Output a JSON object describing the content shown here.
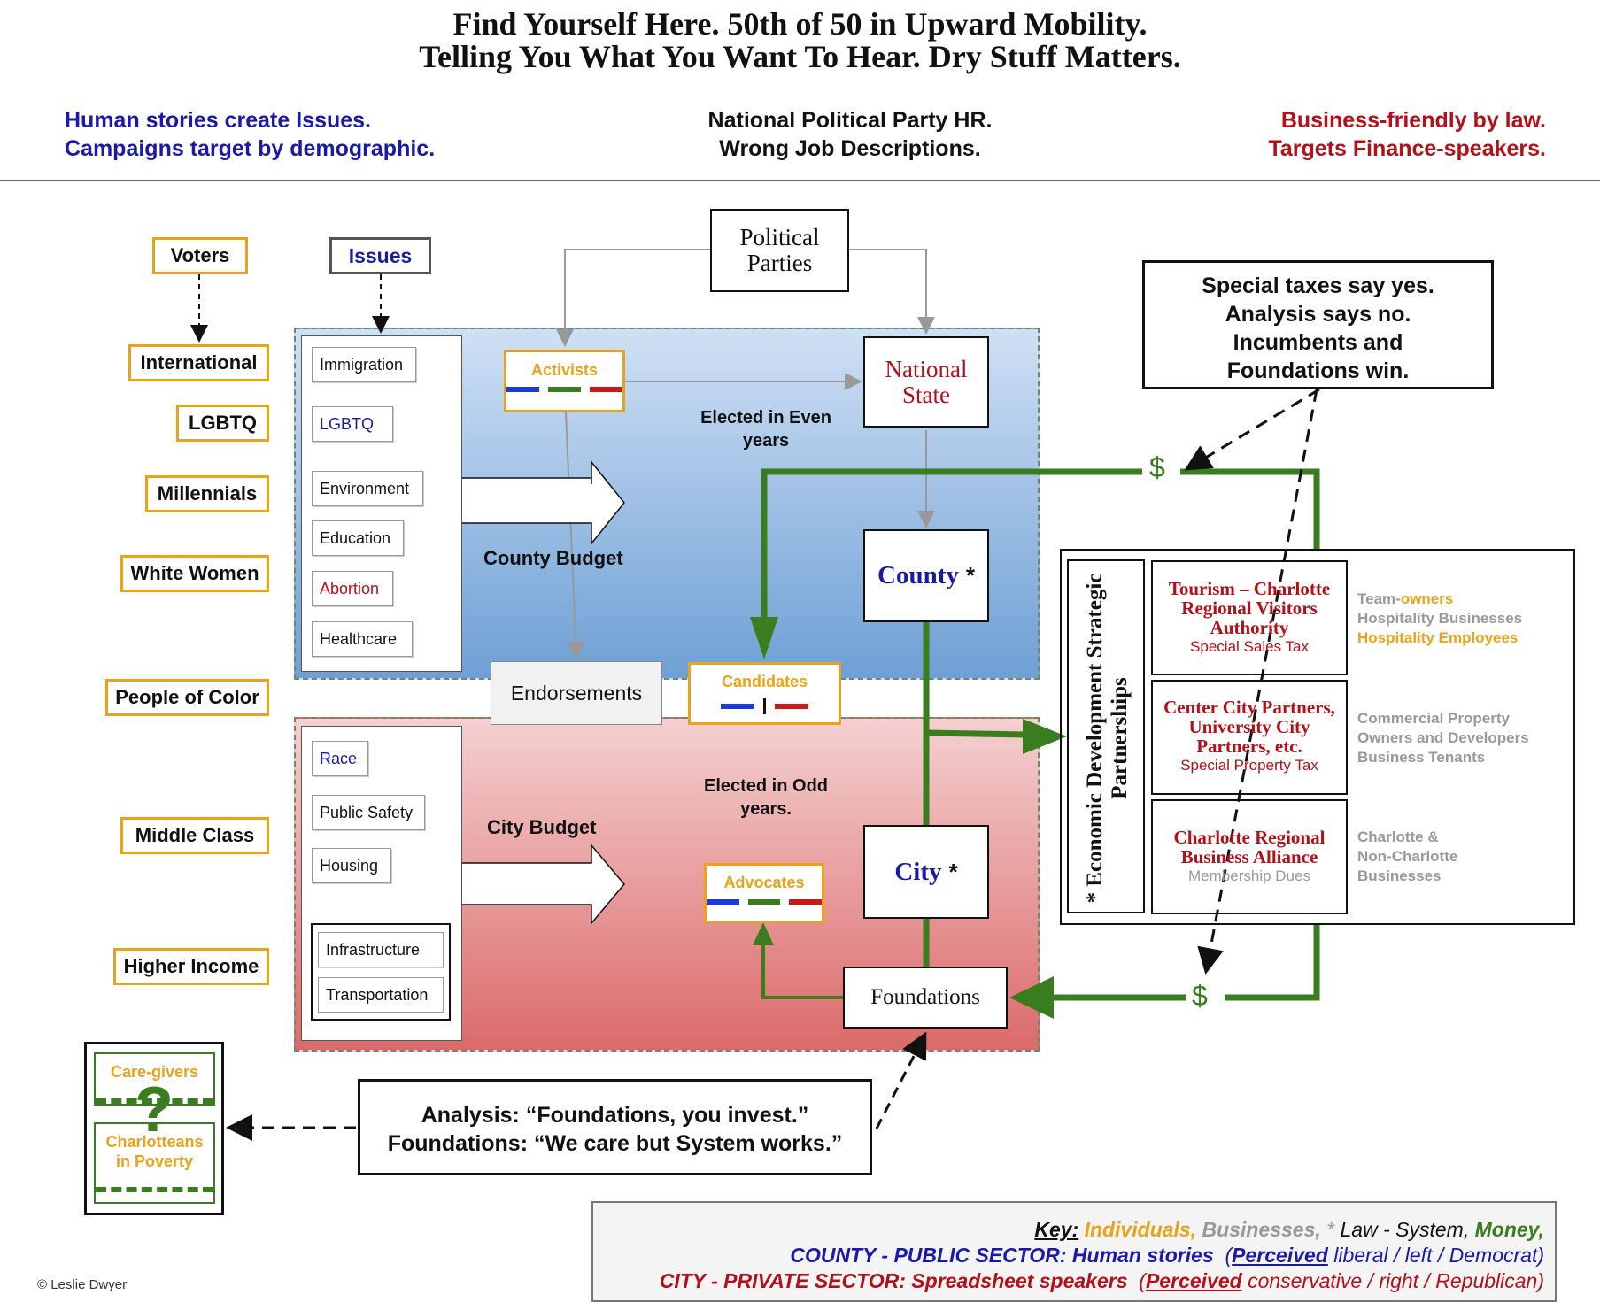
{
  "title": {
    "line1": "Find Yourself Here. 50th of 50 in Upward Mobility.",
    "line2": "Telling You What You Want To Hear. Dry Stuff Matters."
  },
  "header": {
    "left1": "Human stories create Issues.",
    "left2": "Campaigns target by demographic.",
    "center1": "National Political Party HR.",
    "center2": "Wrong Job Descriptions.",
    "right1": "Business-friendly by law.",
    "right2": "Targets Finance-speakers."
  },
  "voters": {
    "label": "Voters",
    "groups": [
      "International",
      "LGBTQ",
      "Millennials",
      "White Women",
      "People of Color",
      "Middle Class",
      "Higher Income"
    ]
  },
  "issues": {
    "label": "Issues",
    "county": [
      "Immigration",
      "LGBTQ",
      "Environment",
      "Education",
      "Abortion",
      "Healthcare"
    ],
    "city": [
      "Race",
      "Public Safety",
      "Housing"
    ],
    "city_group": [
      "Infrastructure",
      "Transportation"
    ]
  },
  "political_parties": "Political Parties",
  "national_state": "National State",
  "county": "County",
  "city": "City",
  "asterisk": "*",
  "foundations": "Foundations",
  "activists": "Activists",
  "candidates": "Candidates",
  "advocates": "Advocates",
  "endorsements": "Endorsements",
  "county_budget": "County Budget",
  "city_budget": "City Budget",
  "elected_even": "Elected in Even years",
  "elected_odd": "Elected in Odd years.",
  "dollar": "$",
  "special_taxes": [
    "Special taxes say yes.",
    "Analysis says no.",
    "Incumbents and",
    "Foundations win."
  ],
  "econ_dev": {
    "vertical": "* Economic Development Strategic Partnerships",
    "rows": [
      {
        "name": "Tourism – Charlotte Regional Visitors Authority",
        "funding": "Special Sales Tax"
      },
      {
        "name": "Center City Partners, University City Partners, etc.",
        "funding": "Special Property Tax"
      },
      {
        "name": "Charlotte Regional Business Alliance",
        "funding": "Membership Dues"
      }
    ]
  },
  "beneficiaries": {
    "row1_a": "Team-",
    "row1_b": "owners",
    "row1_c": "Hospitality Businesses",
    "row1_d": "Hospitality Employees",
    "row2": [
      "Commercial Property",
      "Owners and Developers",
      "Business Tenants"
    ],
    "row3": [
      "Charlotte &",
      "Non-Charlotte",
      "Businesses"
    ]
  },
  "analysis": {
    "line1": "Analysis: “Foundations, you invest.”",
    "line2": "Foundations: “We care but System works.”"
  },
  "caregivers": {
    "top": "Care-givers",
    "bottom": "Charlotteans in Poverty",
    "mark": "?"
  },
  "copyright": "© Leslie Dwyer",
  "key": {
    "label": "Key:",
    "individuals": "Individuals,",
    "businesses": "Businesses,",
    "star": "*",
    "law": "Law - System,",
    "money": "Money,",
    "county_line": "COUNTY - PUBLIC SECTOR: Human stories",
    "county_perceived": "Perceived",
    "county_rest": "liberal / left / Democrat)",
    "city_line": "CITY - PRIVATE SECTOR: Spreadsheet speakers",
    "city_perceived": "Perceived",
    "city_rest": "conservative / right / Republican)"
  },
  "colors": {
    "individual": "#e8a31a",
    "business": "#999999",
    "money": "#3a7d1e",
    "county": "#1a1aa8",
    "city": "#b3101a"
  }
}
